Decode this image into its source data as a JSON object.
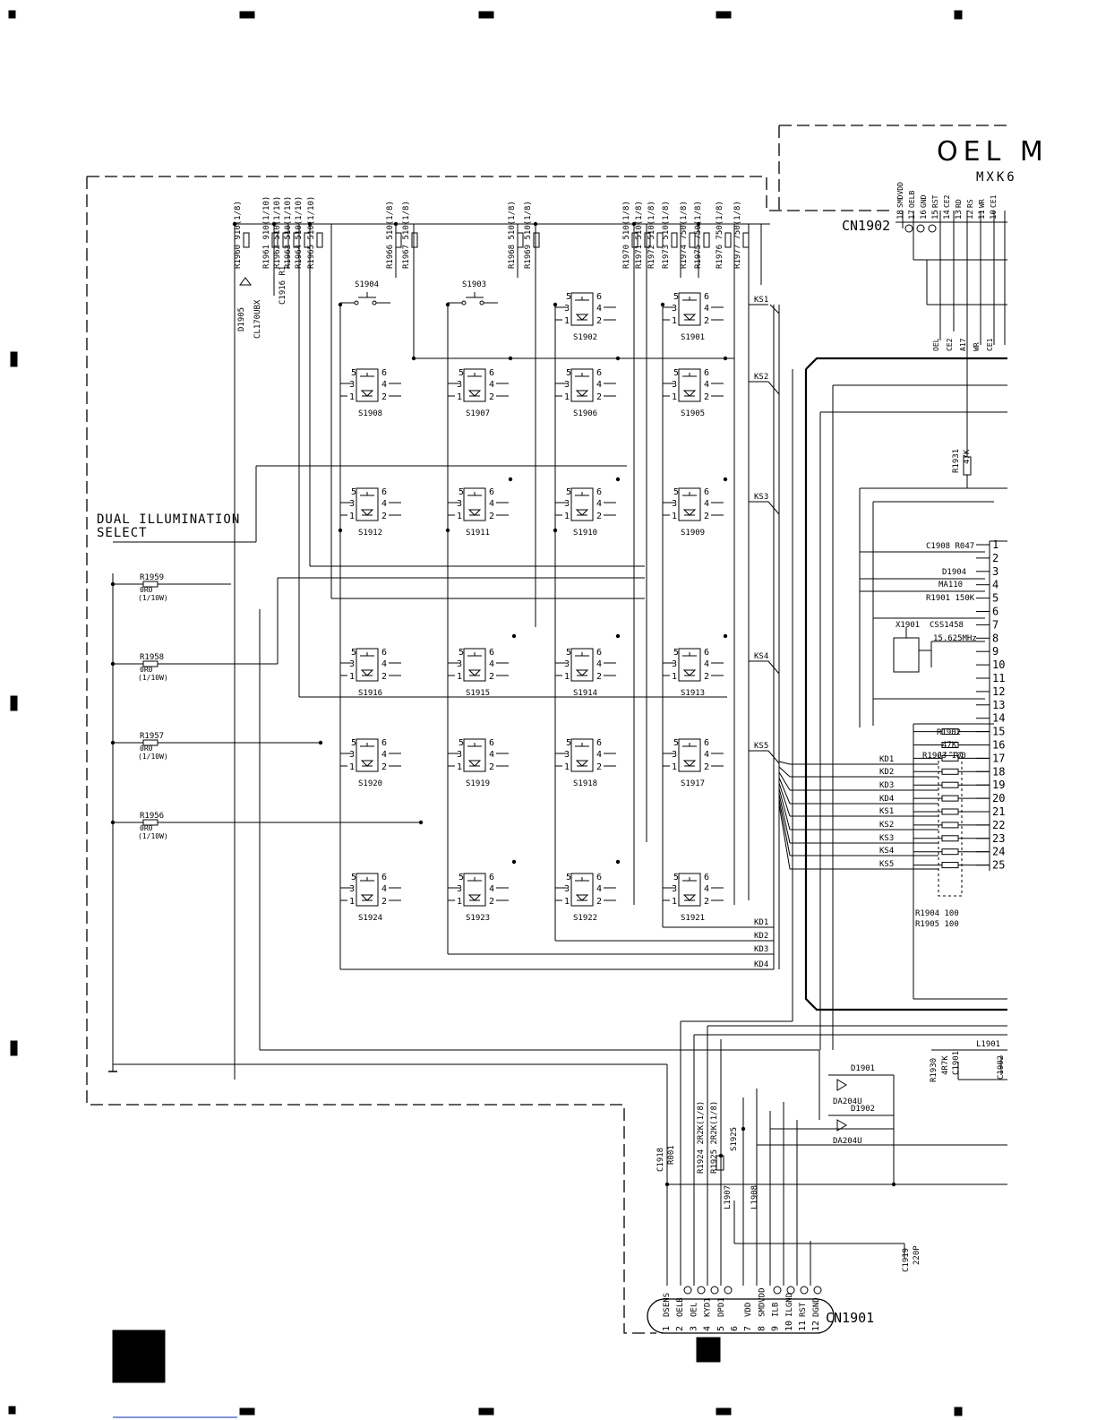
{
  "header": {
    "module_title": "OEL M",
    "module_part": "MXK6"
  },
  "annotation": {
    "line1": "DUAL ILLUMINATION",
    "line2": "SELECT"
  },
  "connectors": {
    "cn1902": {
      "name": "CN1902",
      "pins": [
        {
          "num": "18",
          "sig": "SMDVDD"
        },
        {
          "num": "17",
          "sig": "OELB"
        },
        {
          "num": "16",
          "sig": "GND"
        },
        {
          "num": "15",
          "sig": "RST"
        },
        {
          "num": "14",
          "sig": "CE2"
        },
        {
          "num": "13",
          "sig": "RD"
        },
        {
          "num": "12",
          "sig": "RS"
        },
        {
          "num": "11",
          "sig": "WR"
        },
        {
          "num": "10",
          "sig": "CE1"
        }
      ],
      "net_labels": [
        "OEL",
        "CE2",
        "A17",
        "WR",
        "CE1"
      ]
    },
    "cn1901": {
      "name": "CN1901",
      "pins": [
        {
          "num": "1",
          "sig": "DSENS"
        },
        {
          "num": "2",
          "sig": "OELB"
        },
        {
          "num": "3",
          "sig": "OEL"
        },
        {
          "num": "4",
          "sig": "KYD1"
        },
        {
          "num": "5",
          "sig": "DPD1"
        },
        {
          "num": "6",
          "sig": ""
        },
        {
          "num": "7",
          "sig": "VDD"
        },
        {
          "num": "8",
          "sig": "SMDVDD"
        },
        {
          "num": "9",
          "sig": "ILB"
        },
        {
          "num": "10",
          "sig": "ILGND"
        },
        {
          "num": "11",
          "sig": "RST"
        },
        {
          "num": "12",
          "sig": "DGND"
        }
      ]
    }
  },
  "top_resistors": [
    "R1960 910(1/8)",
    "R1961 910(1/10)",
    "R1962 510(1/10)",
    "R1963 510(1/10)",
    "R1964 510(1/10)",
    "R1965 510(1/10)",
    "R1966 510(1/8)",
    "R1967 510(1/8)",
    "R1968 510(1/8)",
    "R1969 510(1/8)",
    "R1970 510(1/8)",
    "R1971 510(1/8)",
    "R1972 510(1/8)",
    "R1973 510(1/8)",
    "R1974 750(1/8)",
    "R1975 750(1/8)",
    "R1976 750(1/8)",
    "R1977 750(1/8)"
  ],
  "left_components": {
    "d1905": "D1905",
    "d1905_part": "CL170UBX",
    "c1916": "C1916 R1",
    "resistors": [
      {
        "ref": "R1959",
        "val": "0R0",
        "pwr": "(1/10W)"
      },
      {
        "ref": "R1958",
        "val": "0R0",
        "pwr": "(1/10W)"
      },
      {
        "ref": "R1957",
        "val": "0R0",
        "pwr": "(1/10W)"
      },
      {
        "ref": "R1956",
        "val": "0R0",
        "pwr": "(1/10W)"
      }
    ]
  },
  "switches": {
    "simple": [
      "S1904",
      "S1903"
    ],
    "matrix": [
      [
        "S1902",
        "S1901"
      ],
      [
        "S1908",
        "S1907",
        "S1906",
        "S1905"
      ],
      [
        "S1912",
        "S1911",
        "S1910",
        "S1909"
      ],
      [
        "S1916",
        "S1915",
        "S1914",
        "S1913"
      ],
      [
        "S1920",
        "S1919",
        "S1918",
        "S1917"
      ],
      [
        "S1924",
        "S1923",
        "S1922",
        "S1921"
      ]
    ],
    "pin_labels": [
      "5",
      "6",
      "3",
      "4",
      "1",
      "2"
    ]
  },
  "key_lines": {
    "scan": [
      "KS1",
      "KS2",
      "KS3",
      "KS4",
      "KS5"
    ],
    "data": [
      "KD1",
      "KD2",
      "KD3",
      "KD4"
    ]
  },
  "right_components": {
    "r1931": "R1931",
    "r1931_val": "47K",
    "c1908": "C1908 R047",
    "d1904": "D1904",
    "d1904_part": "MA110",
    "r1901": "R1901 150K",
    "x1901": "X1901",
    "x1901_part": "CSS1458",
    "x1901_freq": "15.625MHz",
    "r1902": "R1902",
    "r1902_val": "47K",
    "r1903": "R1903 100",
    "r1904": "R1904 100",
    "r1905": "R1905 100",
    "ic_pins": [
      "1",
      "2",
      "3",
      "4",
      "5",
      "6",
      "7",
      "8",
      "9",
      "10",
      "11",
      "12",
      "13",
      "14",
      "15",
      "16",
      "17",
      "18",
      "19",
      "20",
      "21",
      "22",
      "23",
      "24",
      "25"
    ],
    "bus_labels": [
      "KD1",
      "KD2",
      "KD3",
      "KD4",
      "KS1",
      "KS2",
      "KS3",
      "KS4",
      "KS5"
    ]
  },
  "bottom_components": {
    "d1901": "D1901",
    "d1902": "D1902",
    "da_part": "DA204U",
    "l1901": "L1901",
    "r1930": "R1930",
    "r1930_val": "4R7K",
    "c1901": "C1901",
    "c1902": "C1902",
    "c1918": "C1918",
    "c1918_val": "R001",
    "r1924": "R1924 2R2K(1/8)",
    "r1925": "R1925 2R2K(1/8)",
    "s1925": "S1925",
    "l1907": "L1907",
    "l1908": "L1908",
    "c1919": "C1919",
    "c1919_val": "220P"
  }
}
